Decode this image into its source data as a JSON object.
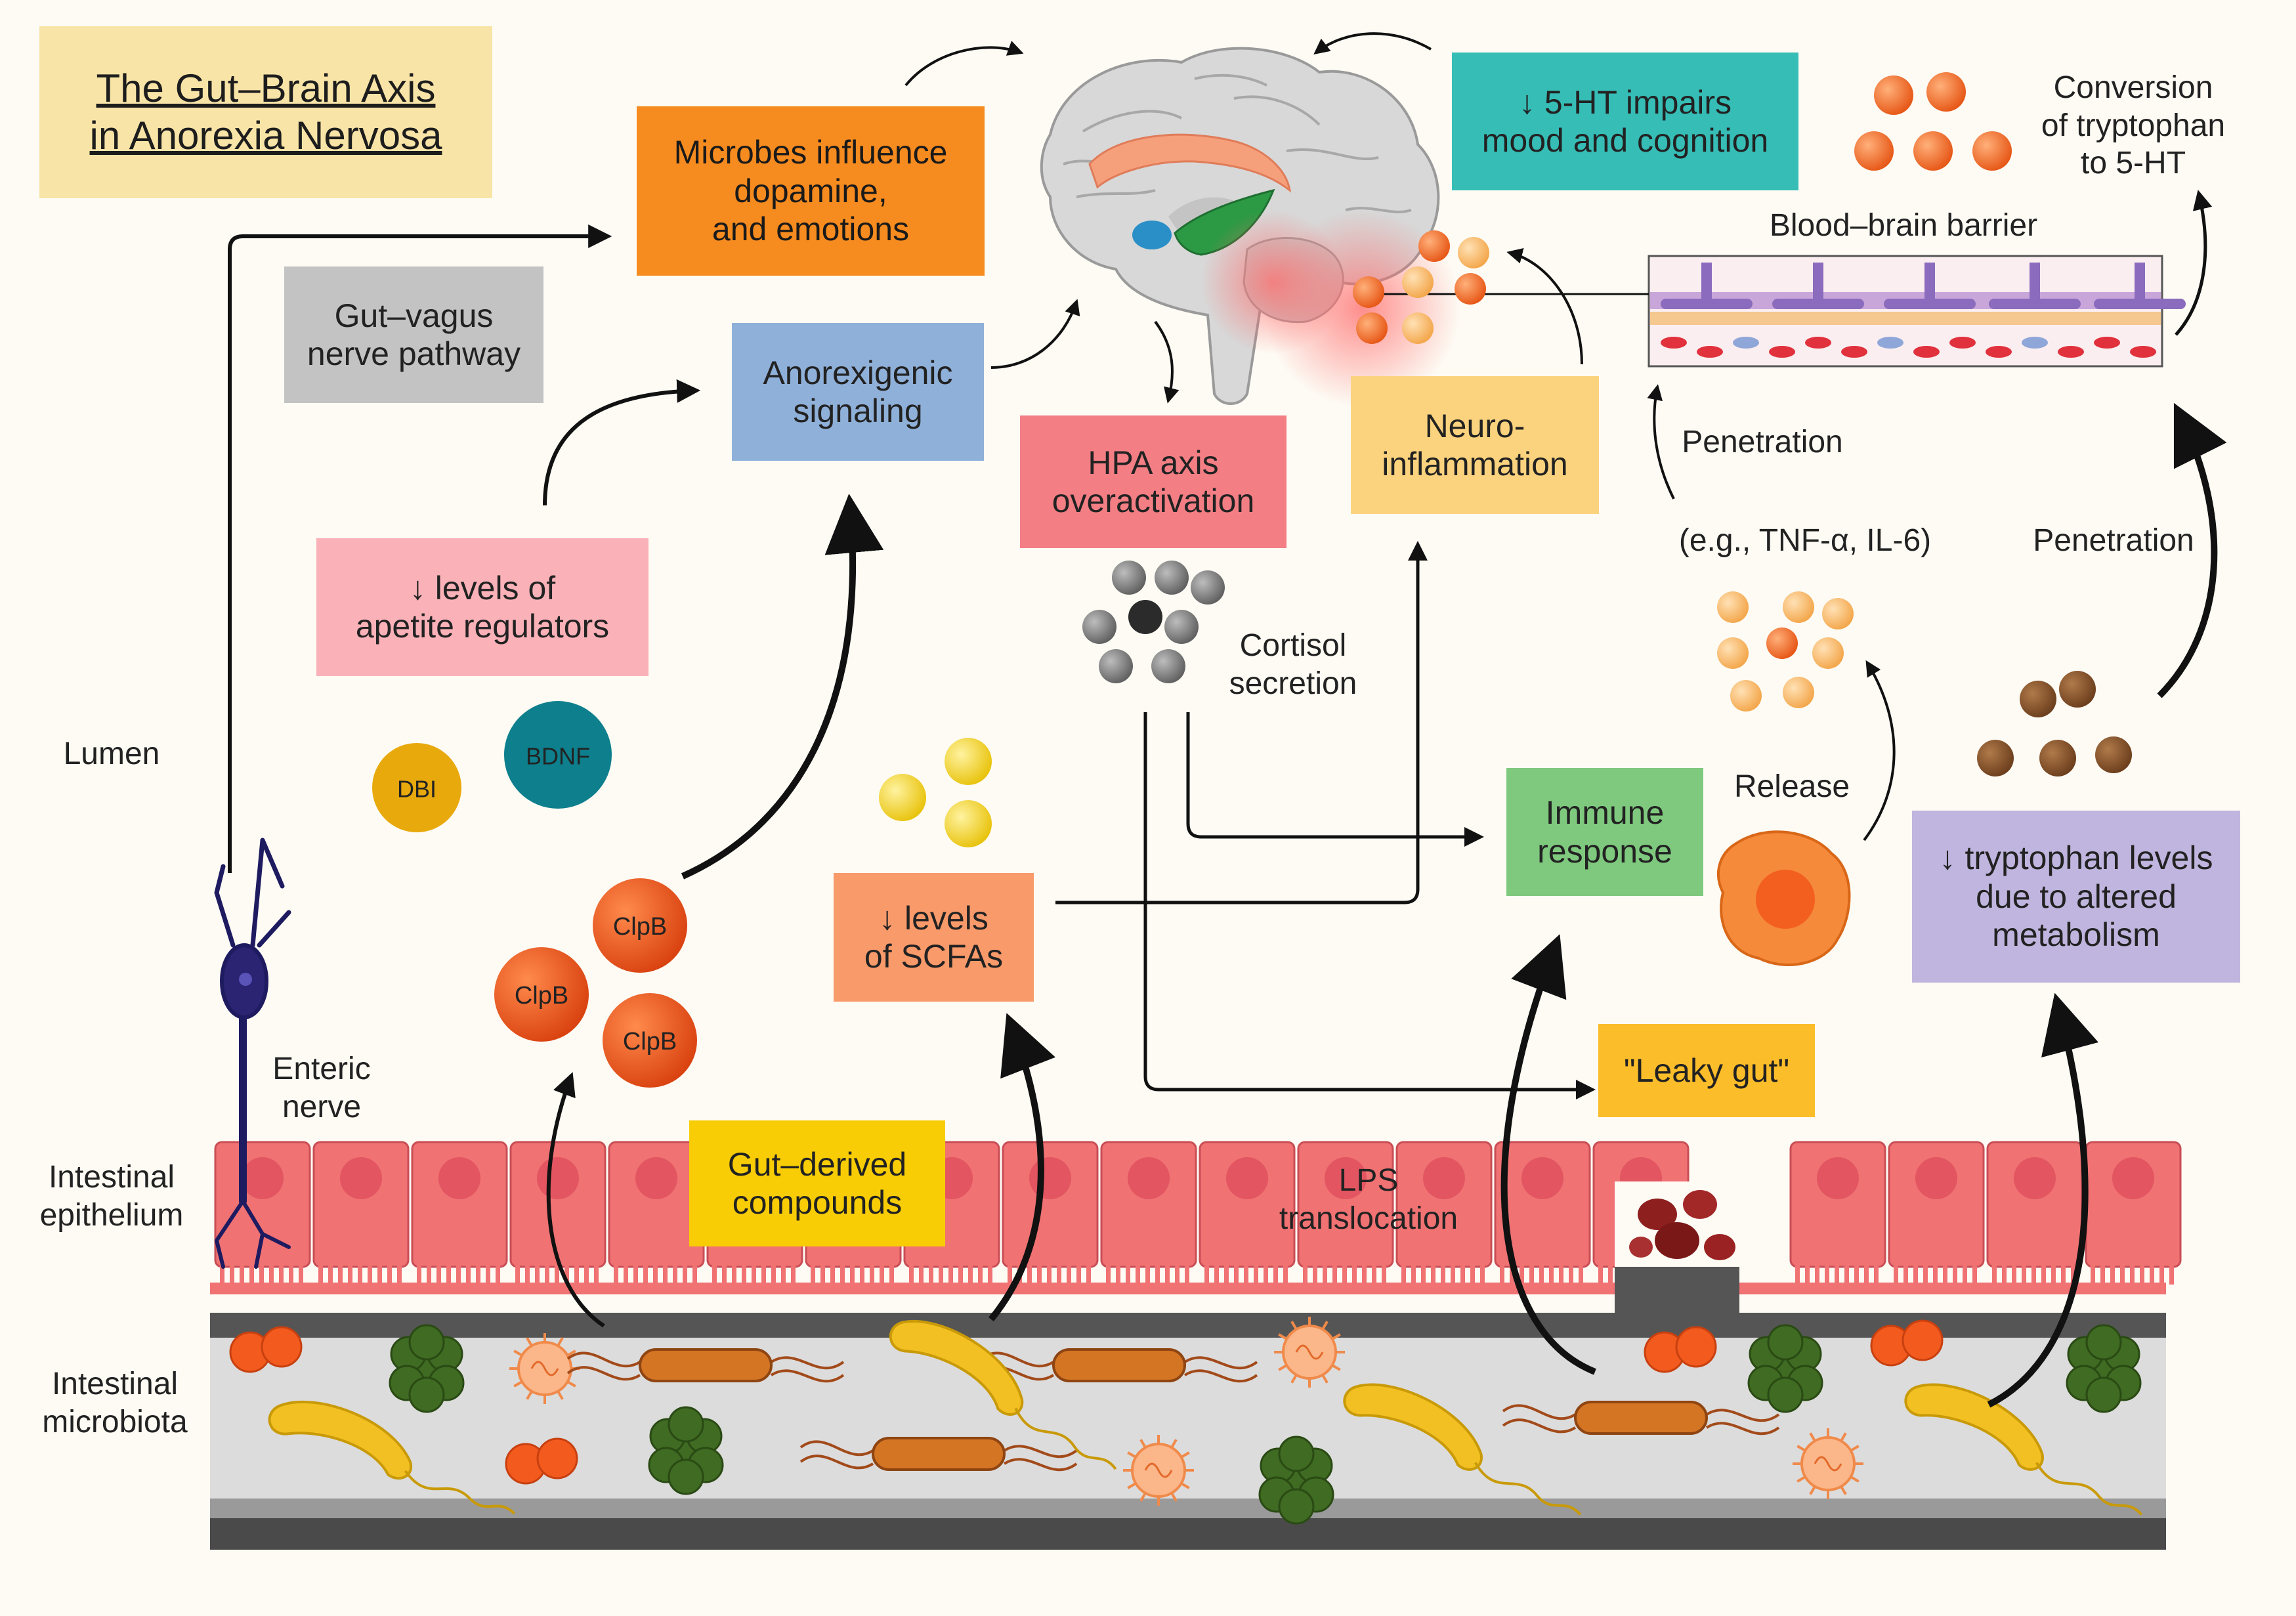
{
  "title": "The Gut–Brain Axis\nin Anorexia Nervosa",
  "boxes": {
    "microbes": "Microbes influence\ndopamine,\nand emotions",
    "gut_vagus": "Gut–vagus\nnerve pathway",
    "anorexigenic": "Anorexigenic\nsignaling",
    "hpa": "HPA axis\noveractivation",
    "neuroinflammation": "Neuro-\ninflammation",
    "serotonin": "↓ 5-HT impairs\nmood and cognition",
    "appetite": "↓ levels of\napetite regulators",
    "scfa": "↓ levels\nof SCFAs",
    "immune": "Immune\nresponse",
    "leaky_gut": "\"Leaky gut\"",
    "tryptophan": "↓ tryptophan levels\ndue to altered\nmetabolism",
    "gut_derived": "Gut–derived\ncompounds"
  },
  "labels": {
    "conversion": "Conversion\nof tryptophan\nto 5-HT",
    "bbb": "Blood–brain barrier",
    "penetration_1": "Penetration",
    "penetration_2": "Penetration",
    "cytokines": "(e.g., TNF-α, IL-6)",
    "cortisol": "Cortisol\nsecretion",
    "release": "Release",
    "lps": "LPS\ntranslocation",
    "enteric": "Enteric\nnerve",
    "dbi": "DBI",
    "bdnf": "BDNF",
    "clpb": "ClpB"
  },
  "side_labels": {
    "lumen": "Lumen",
    "epithelium": "Intestinal\nepithelium",
    "microbiota": "Intestinal\nmicrobiota"
  },
  "colors": {
    "background": "#fdfbf4",
    "title_bg": "#f8e4a7",
    "microbes": "#f68b1f",
    "gut_vagus": "#c3c3c3",
    "anorexigenic": "#8fb0d9",
    "hpa": "#f37f85",
    "neuroinflammation": "#fbd37e",
    "serotonin": "#36bdb6",
    "appetite": "#fab2b8",
    "scfa": "#f99a6b",
    "immune": "#7fc97f",
    "leaky_gut": "#fbbd2a",
    "tryptophan": "#c0b5de",
    "gut_derived": "#f8cd05",
    "epithelium": "#f07273",
    "lumen_band": "#dcdcdc"
  }
}
